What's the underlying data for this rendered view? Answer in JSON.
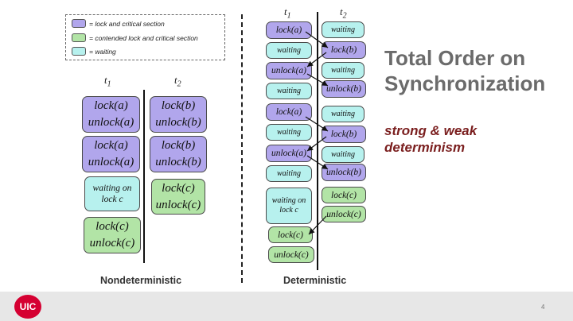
{
  "legend": {
    "lock": "= lock and critical section",
    "contended": "= contended lock and critical section",
    "waiting": "= waiting"
  },
  "nondet": {
    "t1_label": "t",
    "t1_sub": "1",
    "t2_label": "t",
    "t2_sub": "2",
    "t1": [
      {
        "l1": "lock(a)",
        "l2": "unlock(a)",
        "kind": "lock"
      },
      {
        "l1": "lock(a)",
        "l2": "unlock(a)",
        "kind": "lock"
      },
      {
        "l1": "waiting on",
        "l2": "lock c",
        "kind": "wait"
      },
      {
        "l1": "lock(c)",
        "l2": "unlock(c)",
        "kind": "contended"
      }
    ],
    "t2": [
      {
        "l1": "lock(b)",
        "l2": "unlock(b)",
        "kind": "lock"
      },
      {
        "l1": "lock(b)",
        "l2": "unlock(b)",
        "kind": "lock"
      },
      {
        "l1": "lock(c)",
        "l2": "unlock(c)",
        "kind": "contended"
      }
    ],
    "caption": "Nondeterministic"
  },
  "det": {
    "t1_label": "t",
    "t1_sub": "1",
    "t2_label": "t",
    "t2_sub": "2",
    "t1": [
      "lock(a)",
      "waiting",
      "unlock(a)",
      "waiting",
      "lock(a)",
      "waiting",
      "unlock(a)",
      "waiting",
      "waiting on lock c",
      "lock(c)",
      "unlock(c)"
    ],
    "t2": [
      "waiting",
      "lock(b)",
      "waiting",
      "unlock(b)",
      "waiting",
      "lock(b)",
      "waiting",
      "unlock(b)",
      "lock(c)",
      "unlock(c)"
    ],
    "caption": "Deterministic"
  },
  "slide": {
    "title_line1": "Total Order on",
    "title_line2": "Synchronization",
    "subtitle_line1": "strong & weak",
    "subtitle_line2": "determinism",
    "page_number": "4",
    "logo_text": "UIC"
  },
  "colors": {
    "lock": "#b1a6ec",
    "contended": "#b2e4a6",
    "waiting": "#b7f1ee",
    "subtitle": "#7a1e1e",
    "logo": "#d50032"
  }
}
